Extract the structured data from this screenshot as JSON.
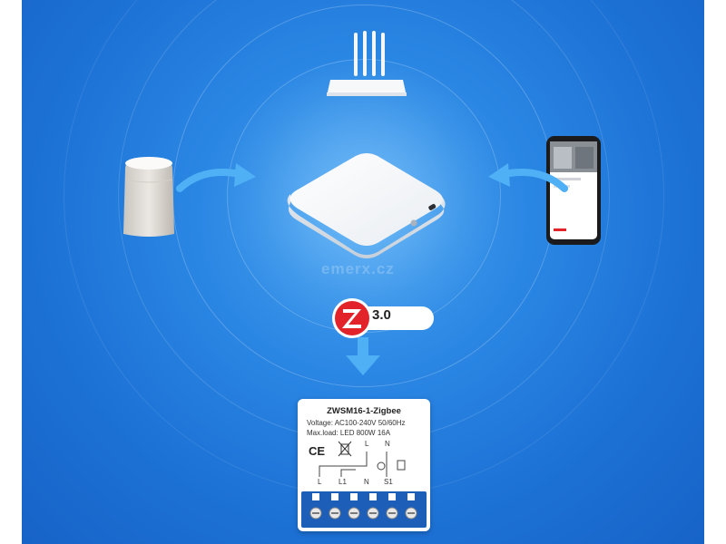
{
  "watermark": "emerx.cz",
  "zigbee_badge": {
    "version": "3.0"
  },
  "module": {
    "model": "ZWSM16-1-Zigbee",
    "voltage": "Voltage: AC100-240V 50/60Hz",
    "max_load": "Max.load: LED 800W 16A",
    "ce_mark": "CE",
    "top_terminals": [
      "L",
      "N"
    ],
    "bottom_terminals": [
      "L",
      "L1",
      "N",
      "S1"
    ]
  },
  "colors": {
    "background": "#1f74d6",
    "arrow": "#4fb0f5",
    "zigbee_red": "#e2232a"
  }
}
